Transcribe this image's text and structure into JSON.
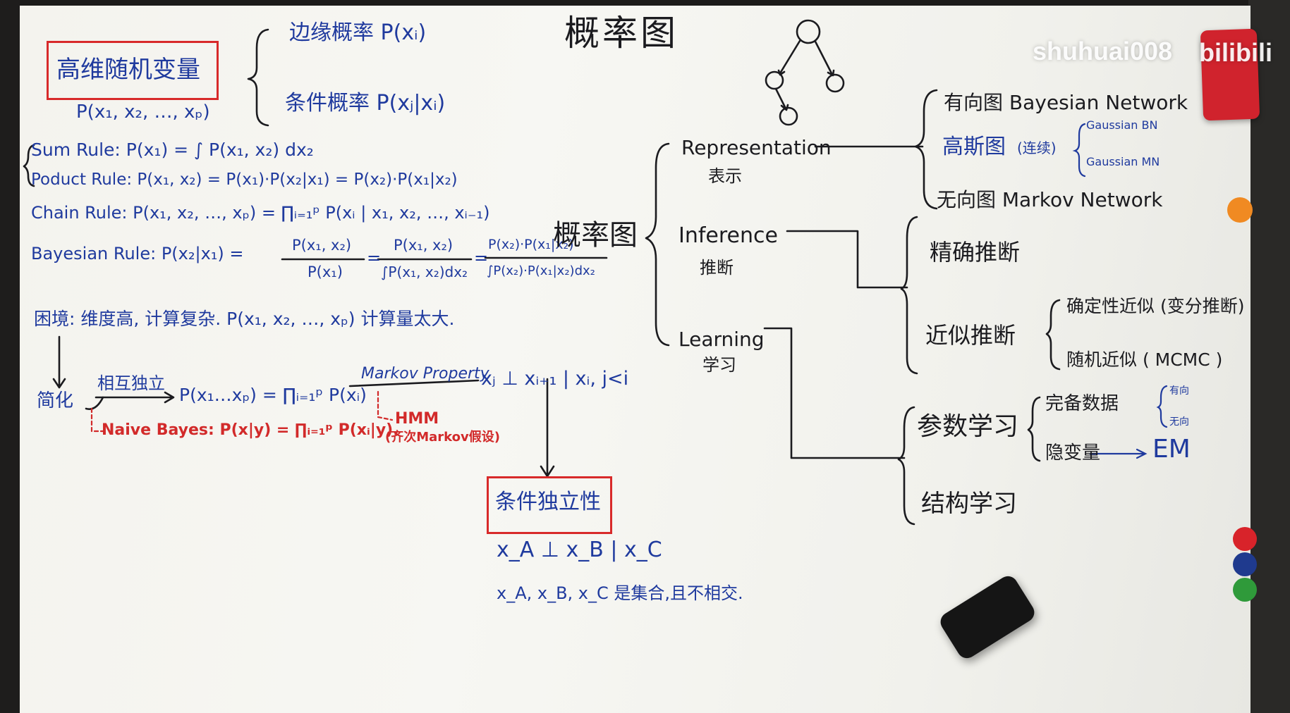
{
  "watermark": {
    "user": "shuhuai008",
    "logo": "bilibili"
  },
  "title": "概率图",
  "high_dim": {
    "box": "高维随机变量",
    "vector": "P(x₁, x₂, …, xₚ)",
    "marginal": "边缘概率 P(xᵢ)",
    "conditional": "条件概率 P(xⱼ|xᵢ)"
  },
  "rules": {
    "sum": "Sum Rule:  P(x₁) = ∫ P(x₁, x₂) dx₂",
    "product": "Poduct Rule:  P(x₁, x₂) = P(x₁)·P(x₂|x₁) = P(x₂)·P(x₁|x₂)",
    "chain": "Chain Rule:  P(x₁, x₂, …, xₚ) = ∏ᵢ₌₁ᵖ P(xᵢ | x₁, x₂, …, xᵢ₋₁)",
    "bayes_lhs": "Bayesian Rule:  P(x₂|x₁) =",
    "bayes_f1_num": "P(x₁, x₂)",
    "bayes_f1_den": "P(x₁)",
    "bayes_f2_num": "P(x₁, x₂)",
    "bayes_f2_den": "∫P(x₁, x₂)dx₂",
    "bayes_f3_num": "P(x₂)·P(x₁|x₂)",
    "bayes_f3_den": "∫P(x₂)·P(x₁|x₂)dx₂"
  },
  "dilemma": "困境: 维度高, 计算复杂.  P(x₁, x₂, …, xₚ) 计算量太大.",
  "simplify": {
    "label": "简化",
    "indep_label": "相互独立",
    "indep_formula": "P(x₁…xₚ) = ∏ᵢ₌₁ᵖ P(xᵢ)",
    "markov_label": "Markov Property",
    "markov_formula": "xⱼ ⊥ xᵢ₊₁ | xᵢ, j<i",
    "naive_bayes": "Naive Bayes: P(x|y) = ∏ᵢ₌₁ᵖ P(xᵢ|y).",
    "hmm": "HMM",
    "hmm_note": "(齐次Markov假设)"
  },
  "cond_indep": {
    "box": "条件独立性",
    "formula": "x_A ⊥ x_B | x_C",
    "note": "x_A, x_B, x_C 是集合,且不相交."
  },
  "pgm": {
    "center": "概率图",
    "representation": "Representation",
    "representation_cn": "表示",
    "inference": "Inference",
    "inference_cn": "推断",
    "learning": "Learning",
    "learning_cn": "学习",
    "directed": "有向图  Bayesian Network",
    "gaussian": "高斯图",
    "gaussian_note": "(连续)",
    "gaussian_bn": "Gaussian BN",
    "gaussian_mn": "Gaussian MN",
    "undirected": "无向图  Markov Network",
    "exact": "精确推断",
    "approx": "近似推断",
    "deterministic": "确定性近似 (变分推断)",
    "stochastic": "随机近似 ( MCMC )",
    "param": "参数学习",
    "complete": "完备数据",
    "directed_small": "有向",
    "undirected_small": "无向",
    "latent": "隐变量",
    "em": "EM",
    "structure": "结构学习"
  },
  "colors": {
    "black_ink": "#1b1b1f",
    "blue_ink": "#1f3a9e",
    "red_ink": "#d22a2a"
  }
}
